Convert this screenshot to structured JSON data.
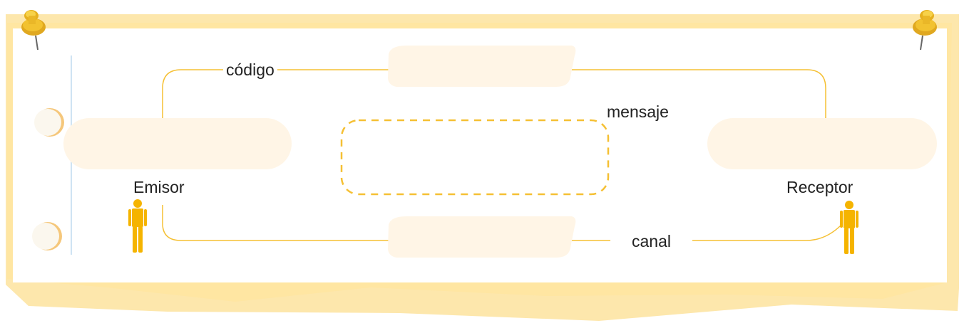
{
  "diagram": {
    "labels": {
      "codigo": "código",
      "mensaje": "mensaje",
      "emisor": "Emisor",
      "receptor": "Receptor",
      "canal": "canal"
    },
    "colors": {
      "paper_back": "#fde7ac",
      "paper_front": "#ffffff",
      "connector": "#f5c034",
      "box_fill": "#fff5e6",
      "dashed_border": "#f5c034",
      "person": "#f5b400",
      "pin": "#f2c230",
      "text": "#222222"
    },
    "icons": [
      "pushpin-icon",
      "pushpin-icon",
      "person-icon",
      "person-icon",
      "ring-hole-icon",
      "ring-hole-icon"
    ]
  }
}
